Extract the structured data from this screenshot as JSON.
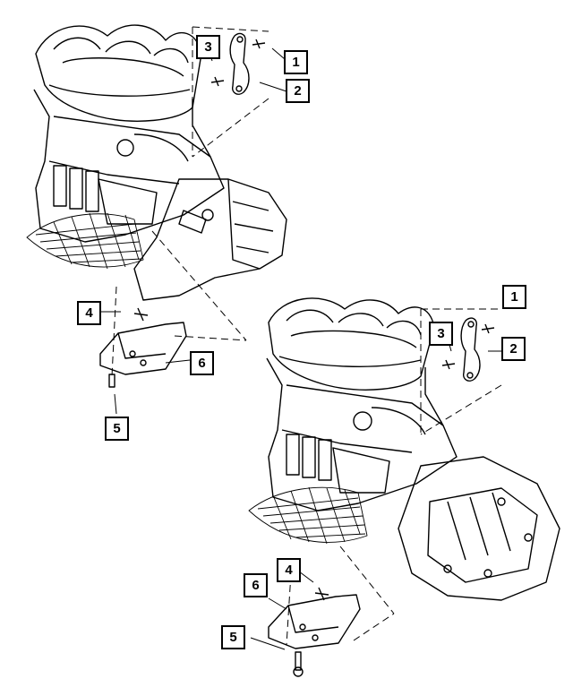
{
  "diagram": {
    "top_assembly": {
      "callouts": [
        "1",
        "2",
        "3",
        "4",
        "5",
        "6"
      ]
    },
    "bottom_assembly": {
      "callouts": [
        "1",
        "2",
        "3",
        "4",
        "5",
        "6"
      ]
    },
    "colors": {
      "line": "#000000",
      "background": "#ffffff"
    }
  }
}
